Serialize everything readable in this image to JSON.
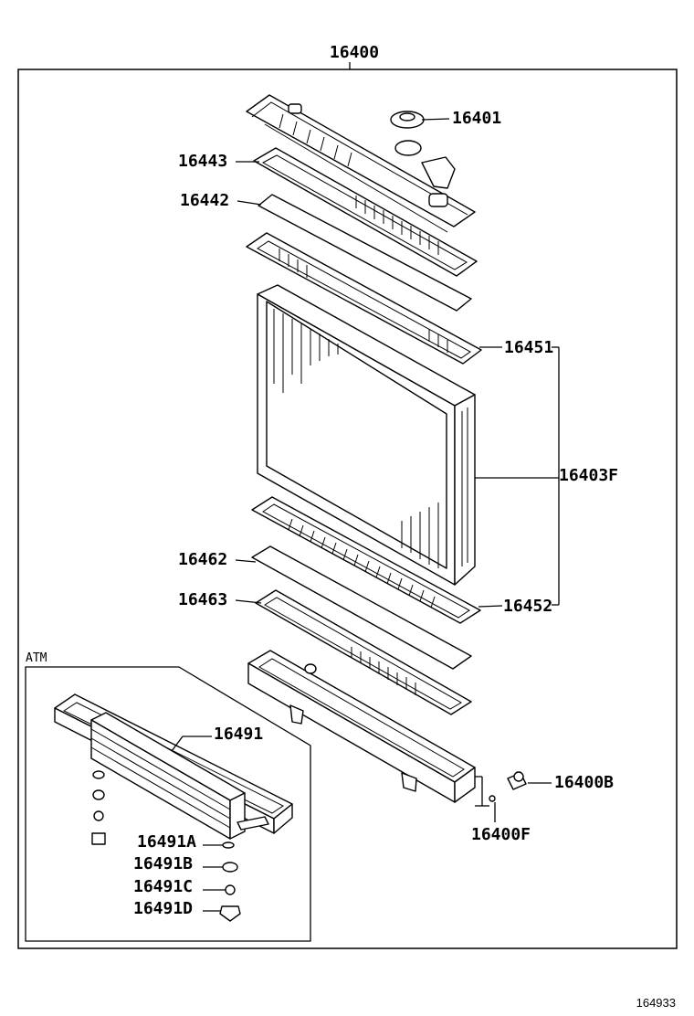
{
  "diagram_id": "164933",
  "assembly_number": "16400",
  "labels": {
    "p16401": "16401",
    "p16443": "16443",
    "p16442": "16442",
    "p16451": "16451",
    "p16403F": "16403F",
    "p16462": "16462",
    "p16463": "16463",
    "p16452": "16452",
    "p16400B": "16400B",
    "p16400F": "16400F",
    "atm": "ATM",
    "p16491": "16491",
    "p16491A": "16491A",
    "p16491B": "16491B",
    "p16491C": "16491C",
    "p16491D": "16491D"
  }
}
